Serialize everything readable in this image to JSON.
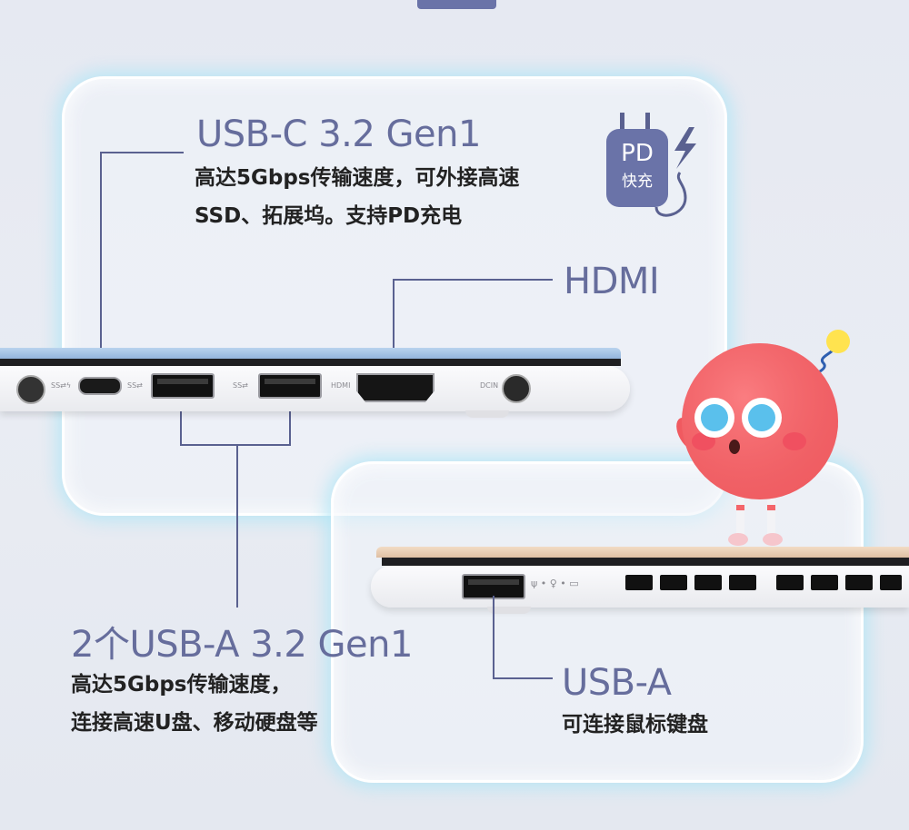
{
  "usbc": {
    "title": "USB-C 3.2 Gen1",
    "line1": "高达5Gbps传输速度，可外接高速",
    "line2": "SSD、拓展坞。支持PD充电"
  },
  "pd_badge": {
    "line1": "PD",
    "line2": "快充"
  },
  "hdmi": {
    "title": "HDMI"
  },
  "usba2": {
    "title": "2个USB-A 3.2 Gen1",
    "line1": "高达5Gbps传输速度，",
    "line2": "连接高速U盘、移动硬盘等"
  },
  "usba": {
    "title": "USB-A",
    "line1": "可连接鼠标键盘"
  },
  "port_labels": {
    "usbc": "SS⇄ϟ",
    "usba1": "SS⇄",
    "usba2": "SS⇄",
    "hdmi": "HDMI",
    "dcin": "DCIN"
  },
  "colors": {
    "heading": "#666d9c",
    "line": "#5a6190",
    "lid_blue": "#a9c6e6",
    "lid_gold": "#e7cdb4",
    "mascot": "#f4656a"
  }
}
